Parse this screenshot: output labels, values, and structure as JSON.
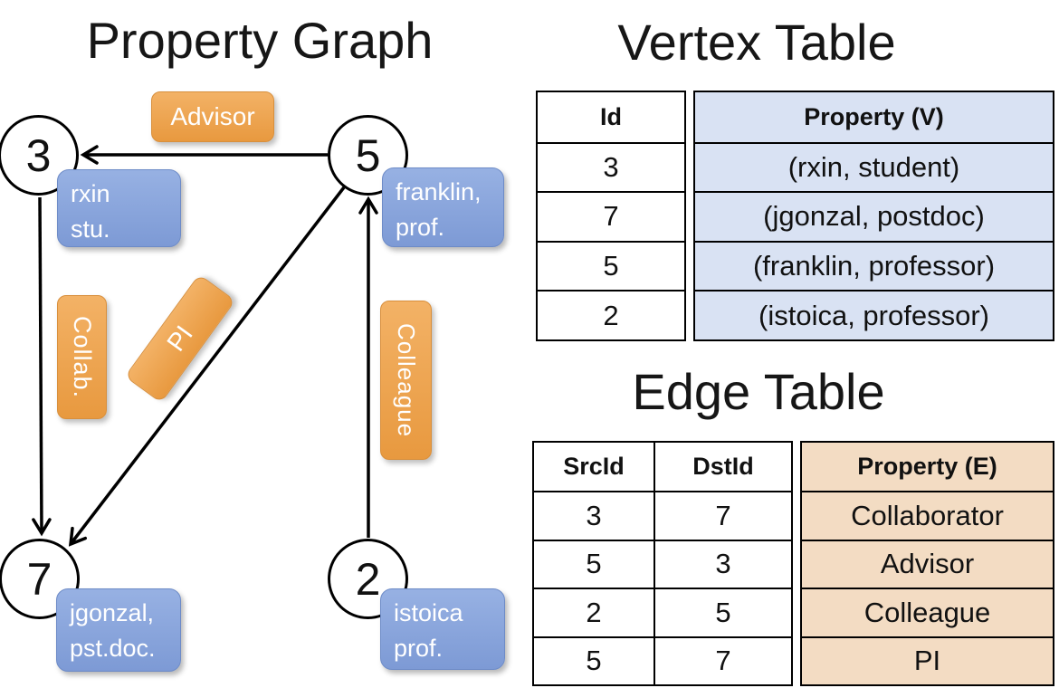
{
  "graph": {
    "title": "Property Graph",
    "nodes": [
      {
        "id": "3",
        "line1": "rxin",
        "line2": "stu."
      },
      {
        "id": "5",
        "line1": "franklin,",
        "line2": "prof."
      },
      {
        "id": "7",
        "line1": "jgonzal,",
        "line2": "pst.doc."
      },
      {
        "id": "2",
        "line1": "istoica",
        "line2": "prof."
      }
    ],
    "edge_labels": {
      "advisor": "Advisor",
      "collab": "Collab.",
      "pi": "PI",
      "colleague": "Colleague"
    }
  },
  "vertex_table": {
    "title": "Vertex Table",
    "headers": {
      "id": "Id",
      "property": "Property (V)"
    },
    "rows": [
      {
        "id": "3",
        "property": "(rxin, student)"
      },
      {
        "id": "7",
        "property": "(jgonzal, postdoc)"
      },
      {
        "id": "5",
        "property": "(franklin, professor)"
      },
      {
        "id": "2",
        "property": "(istoica, professor)"
      }
    ]
  },
  "edge_table": {
    "title": "Edge Table",
    "headers": {
      "src": "SrcId",
      "dst": "DstId",
      "property": "Property (E)"
    },
    "rows": [
      {
        "src": "3",
        "dst": "7",
        "property": "Collaborator"
      },
      {
        "src": "5",
        "dst": "3",
        "property": "Advisor"
      },
      {
        "src": "2",
        "dst": "5",
        "property": "Colleague"
      },
      {
        "src": "5",
        "dst": "7",
        "property": "PI"
      }
    ]
  },
  "colors": {
    "edge_label_fill": "#eda455",
    "node_property_fill": "#86a3d9",
    "vertex_property_bg": "#d9e2f3",
    "edge_property_bg": "#f3dcc3",
    "line_color": "#000000"
  }
}
